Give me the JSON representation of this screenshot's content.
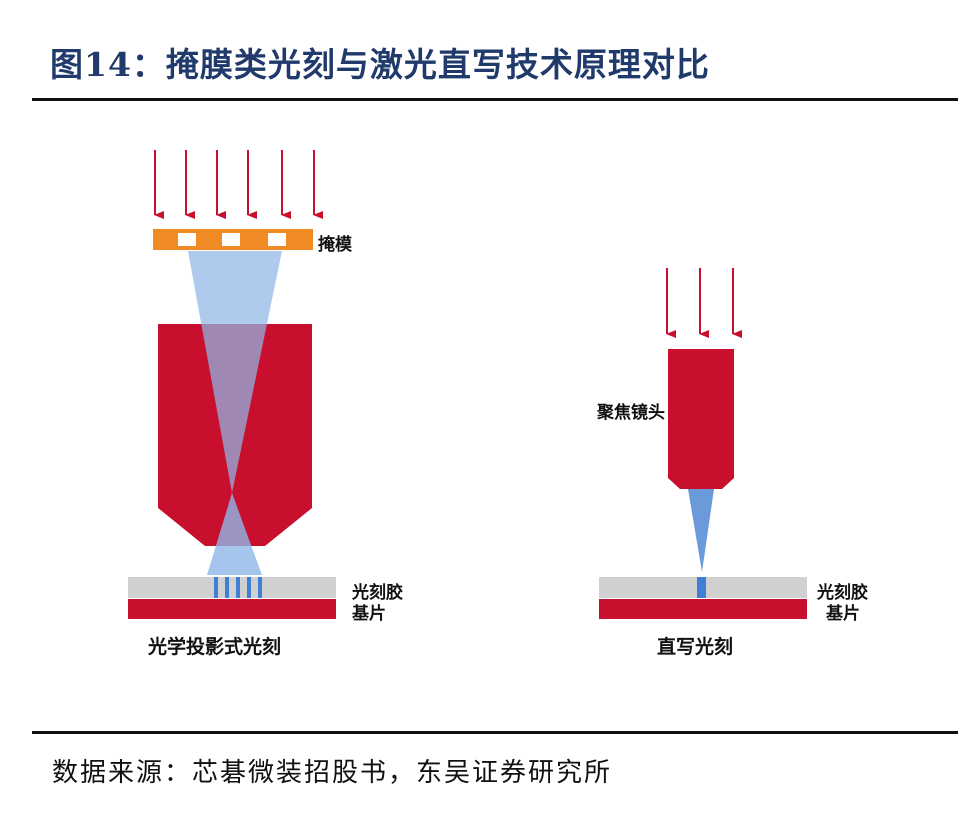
{
  "title": "图14：掩膜类光刻与激光直写技术原理对比",
  "left": {
    "mask_label": "掩模",
    "resist_label": "光刻胶",
    "substrate_label": "基片",
    "caption": "光学投影式光刻"
  },
  "right": {
    "lens_label": "聚焦镜头",
    "resist_label": "光刻胶",
    "substrate_label": "基片",
    "caption": "直写光刻"
  },
  "source": "数据来源：芯碁微装招股书，东吴证券研究所",
  "colors": {
    "title": "#1f3a6b",
    "arrow": "#c8102e",
    "lens": "#c8102e",
    "beam": "#5b8fd6",
    "mask_orange": "#f08a24",
    "resist": "#d0d0d0",
    "substrate": "#c8102e"
  }
}
